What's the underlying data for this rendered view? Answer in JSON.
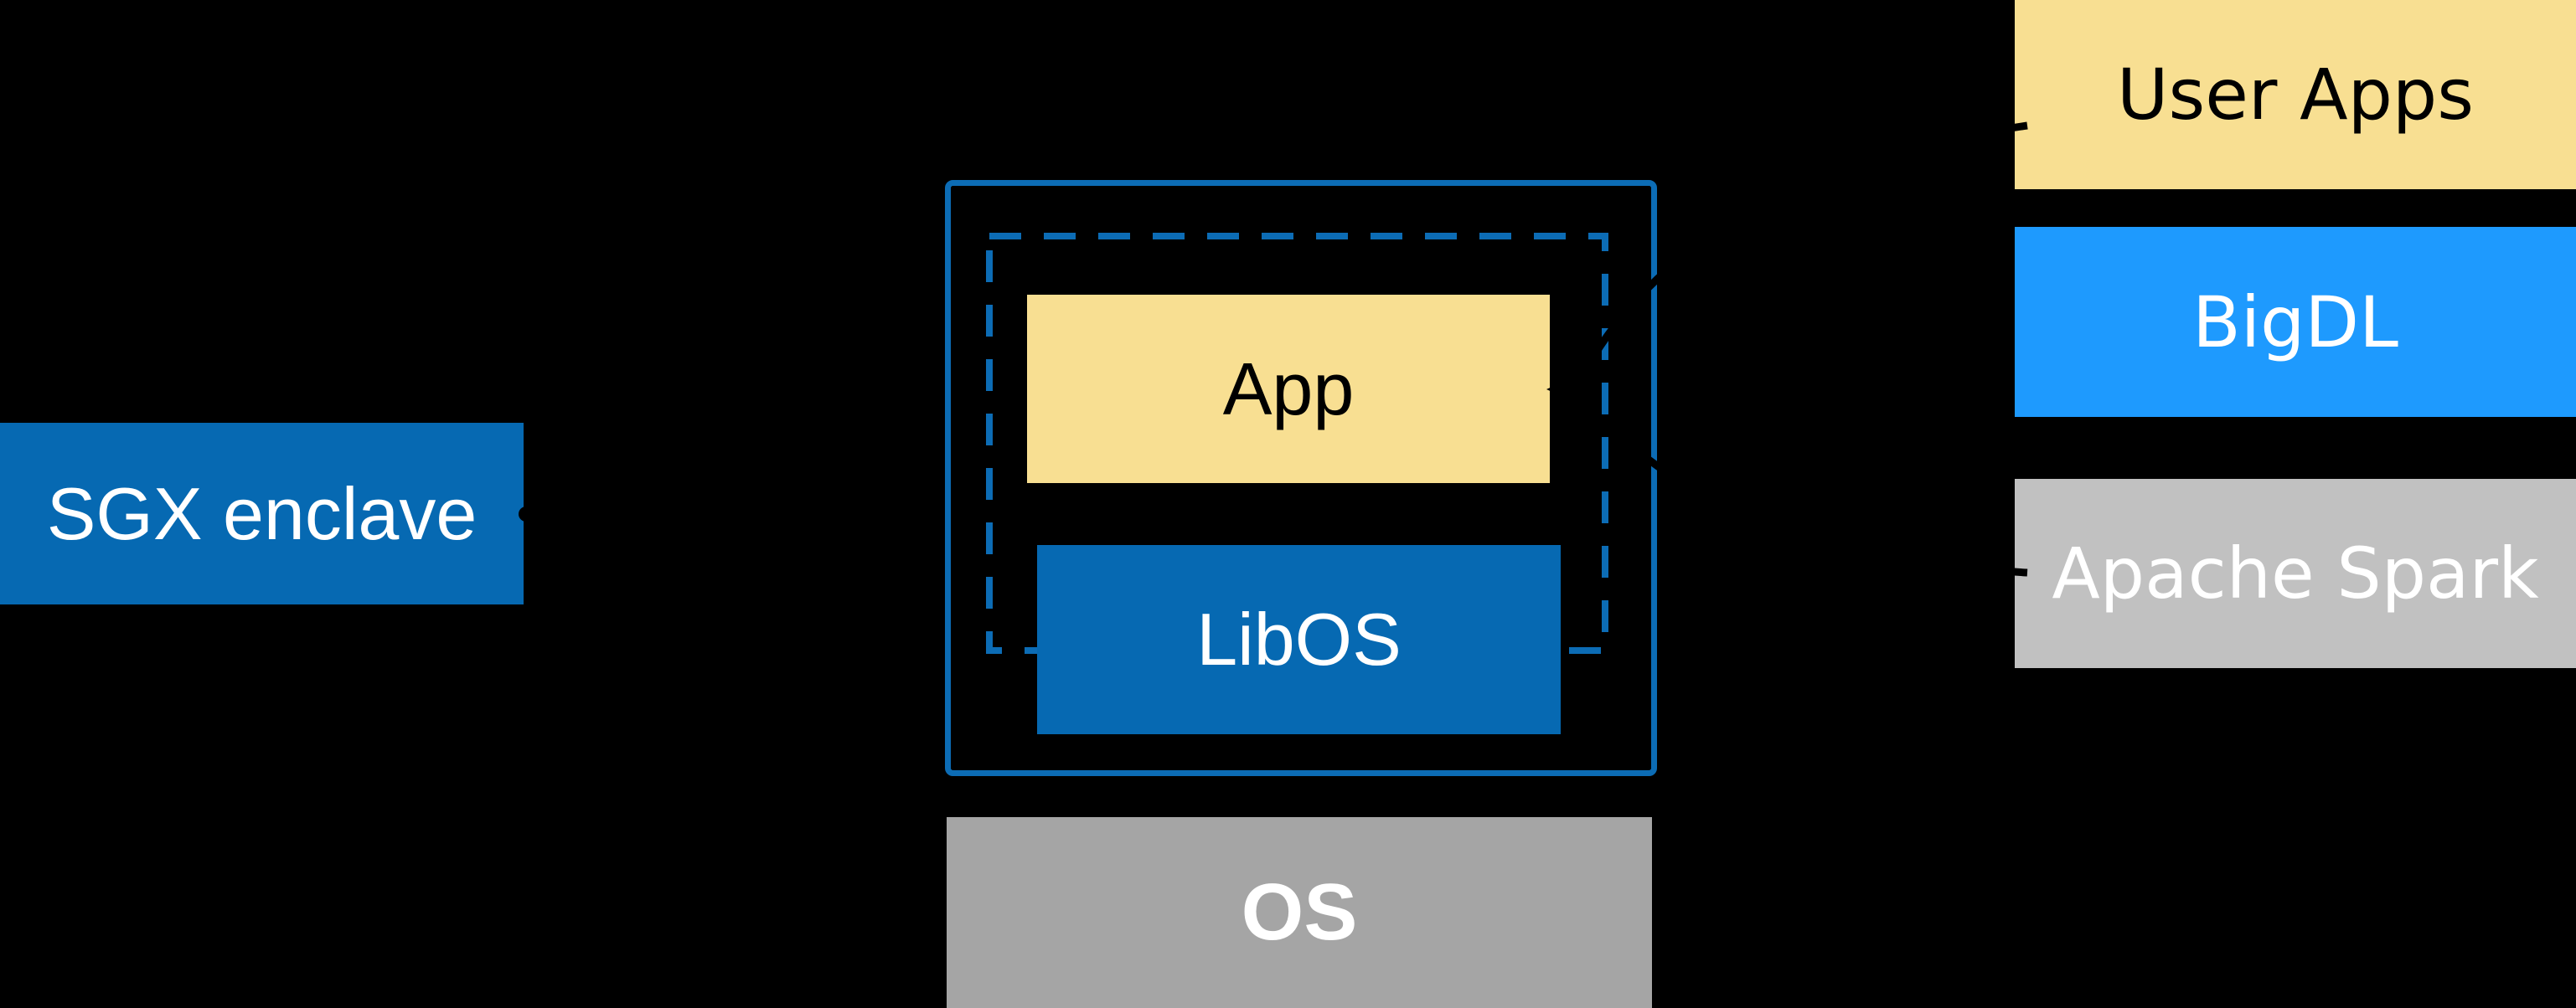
{
  "colors": {
    "background": "#000000",
    "intel-blue": "#0669B2",
    "border-blue": "#0C6CB5",
    "bigdl-blue": "#1E9AFE",
    "panel-yellow": "#F8DF92",
    "spark-gray": "#C1C1C1",
    "os-gray": "#A5A5A5",
    "text-light": "#FFFFFF",
    "text-dark": "#000000",
    "arrow-black": "#000000"
  },
  "sgx": {
    "label": "SGX enclave"
  },
  "enclave": {
    "app_label": "App",
    "libos_label": "LibOS"
  },
  "os": {
    "label": "OS"
  },
  "stack": [
    {
      "label": "User Apps"
    },
    {
      "label": "BigDL"
    },
    {
      "label": "Apache Spark"
    }
  ]
}
